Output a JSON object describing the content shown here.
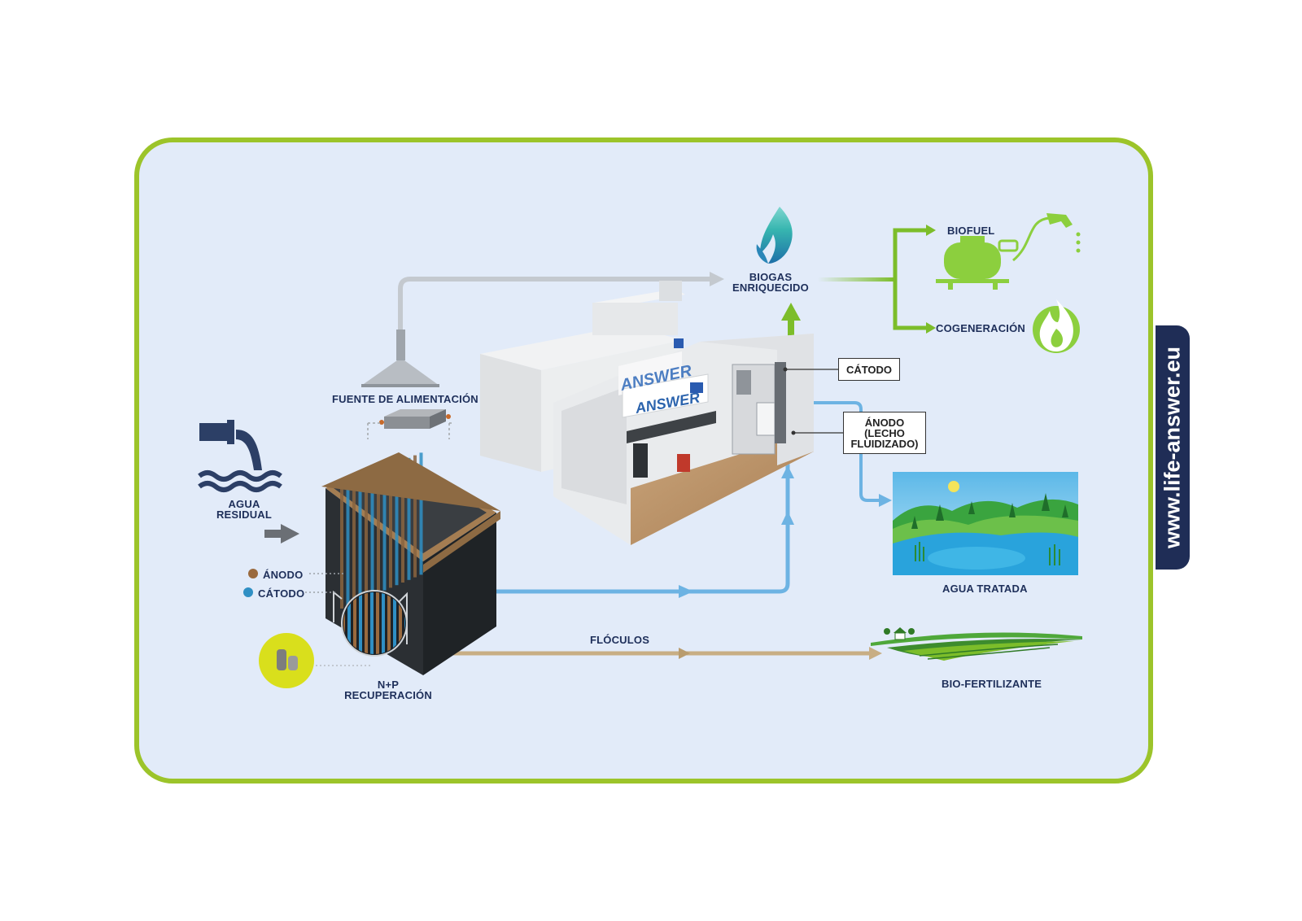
{
  "labels": {
    "fuente": "FUENTE DE ALIMENTACIÓN",
    "biogas": "BIOGAS\nENRIQUECIDO",
    "biofuel": "BIOFUEL",
    "cogeneracion": "COGENERACIÓN",
    "catodo_box": "CÁTODO",
    "anodo_box": "ÁNODO\n(LECHO\nFLUIDIZADO)",
    "agua_residual": "AGUA\nRESIDUAL",
    "anodo_legend": "ÁNODO",
    "catodo_legend": "CÁTODO",
    "np": "N+P\nRECUPERACIÓN",
    "floculos": "FLÓCULOS",
    "agua_tratada": "AGUA TRATADA",
    "bio_fertilizante": "BIO-FERTILIZANTE",
    "answer_logo": "ANSWER",
    "website": "www.life-answer.eu"
  },
  "colors": {
    "frame": "#9cc42a",
    "panel": "#e2ebf9",
    "navy": "#1e2f5a",
    "water_flow": "#6db3e3",
    "gas_flow": "#c4c9cf",
    "flocs_flow": "#c8ae84",
    "green_flow": "#7cbd2a",
    "np_circle": "#d9df1c"
  }
}
